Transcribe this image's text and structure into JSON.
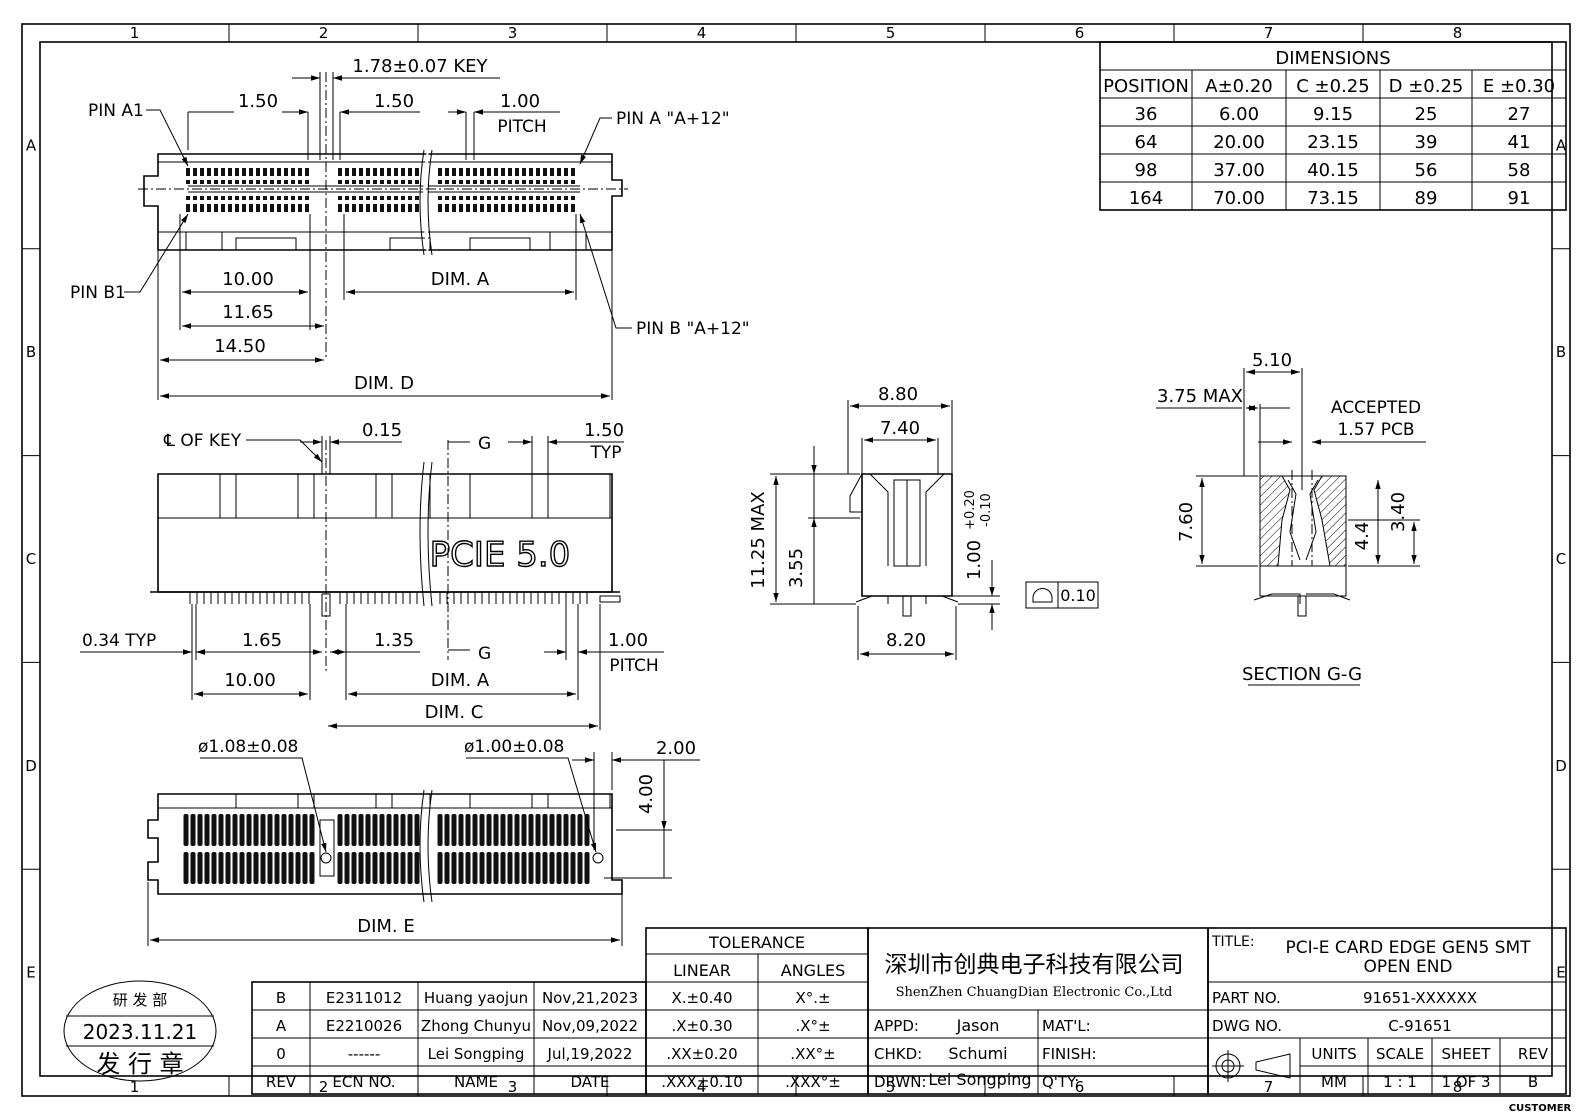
{
  "zones": {
    "cols": [
      "1",
      "2",
      "3",
      "4",
      "5",
      "6",
      "7",
      "8"
    ],
    "rows": [
      "A",
      "B",
      "C",
      "D",
      "E"
    ]
  },
  "dimensions_table": {
    "title": "DIMENSIONS",
    "headers": [
      "POSITION",
      "A±0.20",
      "C ±0.25",
      "D ±0.25",
      "E ±0.30"
    ],
    "rows": [
      [
        "36",
        "6.00",
        "9.15",
        "25",
        "27"
      ],
      [
        "64",
        "20.00",
        "23.15",
        "39",
        "41"
      ],
      [
        "98",
        "37.00",
        "40.15",
        "56",
        "58"
      ],
      [
        "164",
        "70.00",
        "73.15",
        "89",
        "91"
      ]
    ]
  },
  "top_view": {
    "key": "1.78±0.07 KEY",
    "d150a": "1.50",
    "d150b": "1.50",
    "pitch_val": "1.00",
    "pitch_lbl": "PITCH",
    "pin_a1": "PIN A1",
    "pin_b1": "PIN B1",
    "pin_a_end": "PIN A \"A+12\"",
    "pin_b_end": "PIN B \"A+12\"",
    "d1000": "10.00",
    "dim_a": "DIM. A",
    "d1165": "11.65",
    "d1450": "14.50",
    "dim_d": "DIM. D"
  },
  "front_view": {
    "cl_key": "℄ OF KEY",
    "d015": "0.15",
    "g_top": "G",
    "d150": "1.50",
    "typ": "TYP",
    "label": "PCIE 5.0",
    "d034": "0.34 TYP",
    "d165": "1.65",
    "d135": "1.35",
    "g_bot": "G",
    "pitch_val": "1.00",
    "pitch_lbl": "PITCH",
    "d1000": "10.00",
    "dim_a": "DIM. A",
    "dim_c": "DIM. C"
  },
  "bottom_view": {
    "hole1": "ø1.08±0.08",
    "hole2": "ø1.00±0.08",
    "d200": "2.00",
    "d400": "4.00",
    "dim_e": "DIM. E"
  },
  "side_view": {
    "d880": "8.80",
    "d740": "7.40",
    "d1125": "11.25 MAX",
    "d355": "3.55",
    "d100": "1.00",
    "tol_up": "+0.20",
    "tol_dn": "-0.10",
    "flat": "0.10",
    "d820": "8.20"
  },
  "section_view": {
    "d510": "5.10",
    "d375": "3.75 MAX",
    "pcb1": "ACCEPTED",
    "pcb2": "1.57 PCB",
    "d760": "7.60",
    "d44": "4.4",
    "d340": "3.40",
    "title": "SECTION G-G"
  },
  "stamp": {
    "dept": "研 发 部",
    "date": "2023.11.21",
    "seal": "发 行 章"
  },
  "revisions": {
    "rows": [
      [
        "B",
        "E2311012",
        "Huang yaojun",
        "Nov,21,2023"
      ],
      [
        "A",
        "E2210026",
        "Zhong Chunyu",
        "Nov,09,2022"
      ],
      [
        "0",
        "------",
        "Lei Songping",
        "Jul,19,2022"
      ]
    ],
    "headers": [
      "REV",
      "ECN NO.",
      "NAME",
      "DATE"
    ]
  },
  "tolerance": {
    "title": "TOLERANCE",
    "linear": "LINEAR",
    "angles": "ANGLES",
    "rows": [
      [
        "X.±0.40",
        "X°.±"
      ],
      [
        ".X±0.30",
        ".X°±"
      ],
      [
        ".XX±0.20",
        ".XX°±"
      ],
      [
        ".XXX±0.10",
        ".XXX°±"
      ]
    ]
  },
  "company": {
    "cn": "深圳市创典电子科技有限公司",
    "en": "ShenZhen ChuangDian Electronic Co.,Ltd"
  },
  "approvals": {
    "appd_lbl": "APPD:",
    "appd": "Jason",
    "chkd_lbl": "CHKD:",
    "chkd": "Schumi",
    "drwn_lbl": "DRWN:",
    "drwn": "Lei Songping",
    "matl": "MAT'L:",
    "finish": "FINISH:",
    "qty": "Q'TY:"
  },
  "title_block": {
    "title_lbl": "TITLE:",
    "title1": "PCI-E CARD EDGE GEN5 SMT",
    "title2": "OPEN END",
    "part_lbl": "PART NO.",
    "part": "91651-XXXXXX",
    "dwg_lbl": "DWG NO.",
    "dwg": "C-91651",
    "units_lbl": "UNITS",
    "units": "MM",
    "scale_lbl": "SCALE",
    "scale": "1 : 1",
    "sheet_lbl": "SHEET",
    "sheet": "1 OF 3",
    "rev_lbl": "REV",
    "rev": "B",
    "customer": "CUSTOMER"
  }
}
